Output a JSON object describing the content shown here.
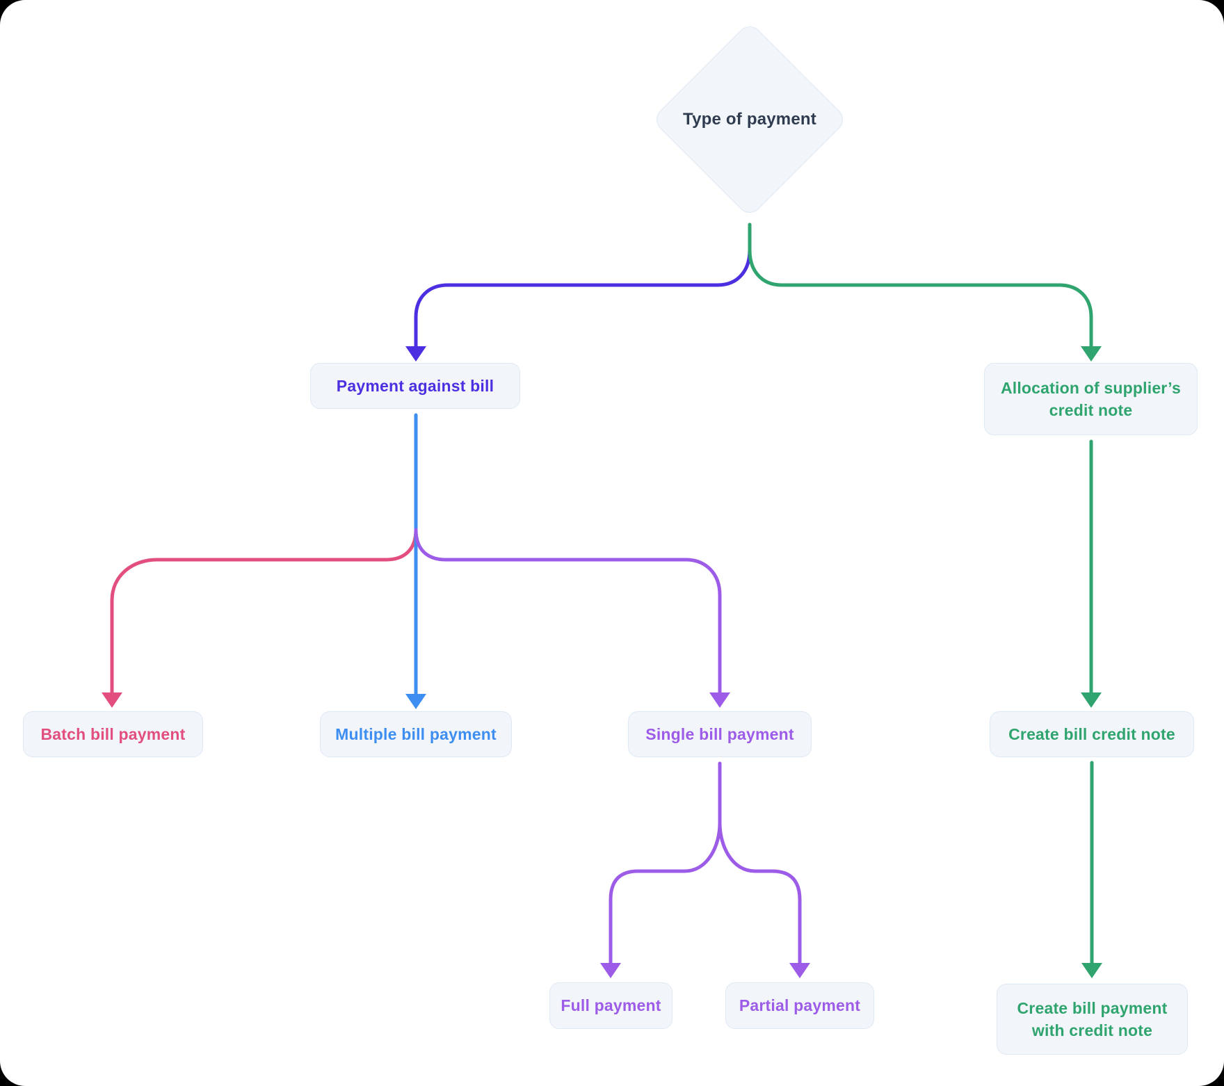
{
  "colors": {
    "outer_bg": "#000000",
    "canvas_bg": "#ffffff",
    "node_bg": "#f2f6fa",
    "node_border": "#dfe9f4",
    "navy": "#2f3b4e",
    "indigo": "#4b2fe0",
    "blue": "#3e8ef1",
    "pink": "#e24e7e",
    "purple": "#9d5ce8",
    "green": "#2fa46e"
  },
  "diagram": {
    "root": {
      "label": "Type of payment"
    },
    "nodes": {
      "payment_against_bill": {
        "label": "Payment against bill"
      },
      "allocation_credit_note": {
        "lines": [
          "Allocation of supplier’s",
          "credit note"
        ]
      },
      "batch_bill_payment": {
        "label": "Batch bill payment"
      },
      "multiple_bill_payment": {
        "label": "Multiple bill payment"
      },
      "single_bill_payment": {
        "label": "Single bill payment"
      },
      "create_bill_credit_note": {
        "label": "Create bill credit note"
      },
      "full_payment": {
        "label": "Full payment"
      },
      "partial_payment": {
        "label": "Partial payment"
      },
      "create_bill_payment_with_credit_note": {
        "lines": [
          "Create bill payment",
          "with credit note"
        ]
      }
    }
  }
}
